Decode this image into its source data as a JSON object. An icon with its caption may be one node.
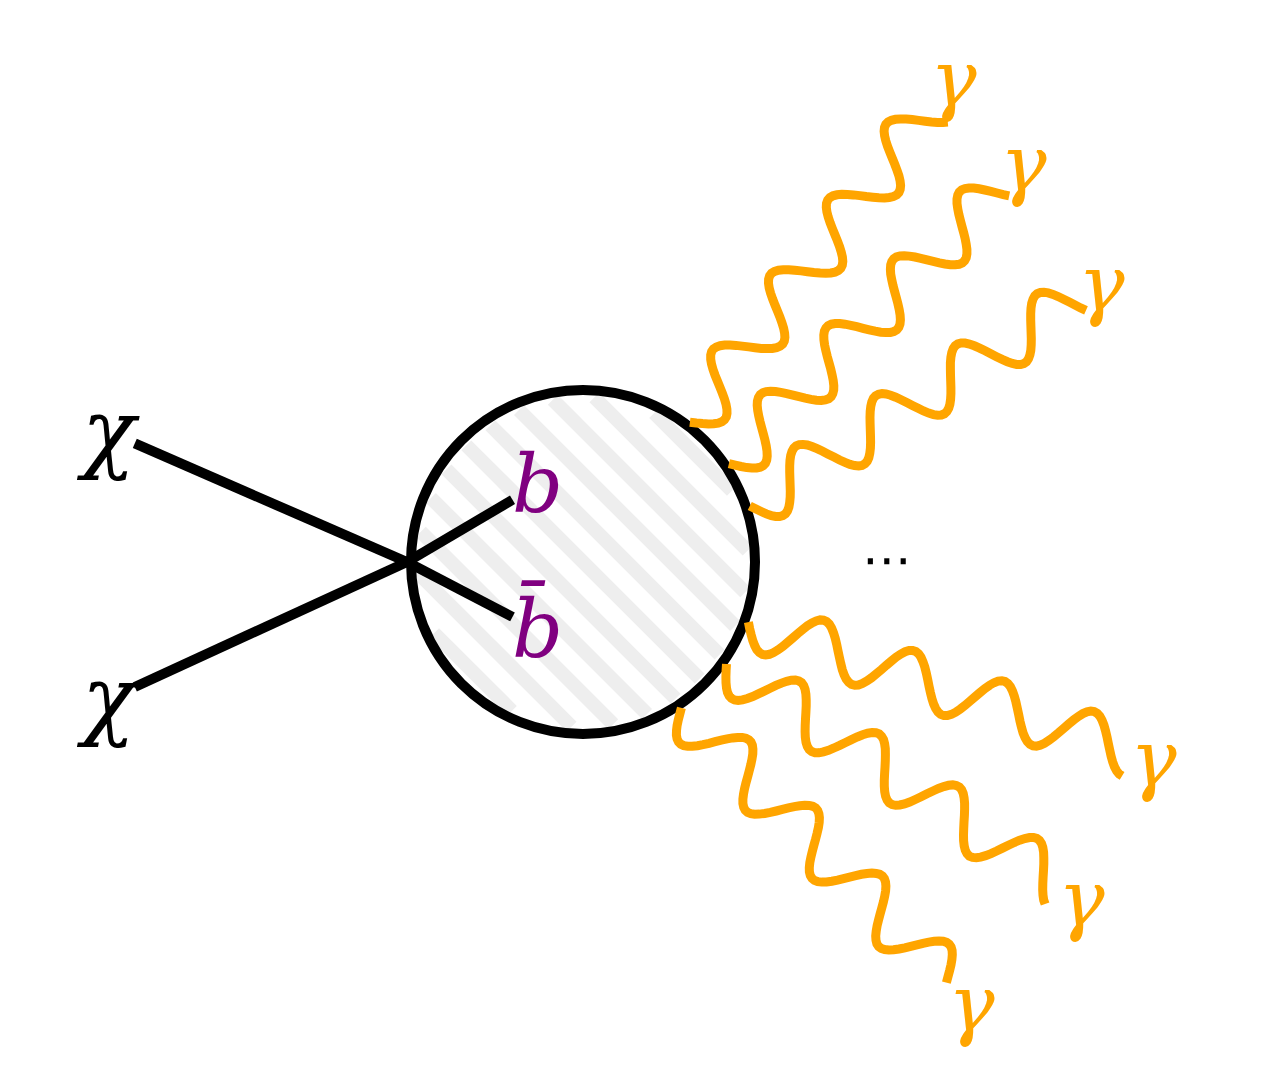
{
  "diagram": {
    "nodes": [
      {
        "text": [
          "χ"
        ]
      },
      {
        "text": [
          "χ"
        ]
      },
      {
        "text": [],
        "shape": "circle"
      },
      {
        "text": [
          "b"
        ],
        "in": 2
      },
      {
        "text": [
          "b̄"
        ],
        "in": 2
      },
      {
        "text": [
          "γ"
        ]
      },
      {
        "text": [
          "γ"
        ]
      },
      {
        "text": [
          "γ"
        ]
      },
      {
        "text": [
          "γ"
        ]
      },
      {
        "text": [
          "γ"
        ]
      },
      {
        "text": [
          "γ"
        ]
      }
    ],
    "edges": [
      {
        "from": 0,
        "to": 2,
        "arrow": "none",
        "color": "#000000"
      },
      {
        "from": 1,
        "to": 2,
        "arrow": "none",
        "color": "#000000"
      },
      {
        "from": 2,
        "to": 3,
        "arrow": "none",
        "color": "#000000"
      },
      {
        "from": 2,
        "to": 4,
        "arrow": "none",
        "color": "#000000"
      },
      {
        "from": 2,
        "to": 5,
        "arrow": "none",
        "color": "#ffa500"
      },
      {
        "from": 2,
        "to": 6,
        "arrow": "none",
        "color": "#ffa500"
      },
      {
        "from": 2,
        "to": 7,
        "arrow": "none",
        "color": "#ffa500"
      },
      {
        "from": 2,
        "to": 8,
        "arrow": "none",
        "color": "#ffa500"
      },
      {
        "from": 2,
        "to": 9,
        "arrow": "none",
        "color": "#ffa500"
      },
      {
        "from": 2,
        "to": 10,
        "arrow": "none",
        "color": "#ffa500"
      }
    ],
    "labels": [
      "⋯"
    ]
  }
}
